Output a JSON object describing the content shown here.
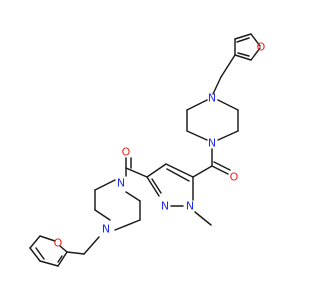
{
  "atoms": {
    "furan_o_top": {
      "symbol": "O",
      "color": "#e8241e"
    },
    "pip_n_top_upper": {
      "symbol": "N",
      "color": "#1e2ee8"
    },
    "pip_n_top_lower": {
      "symbol": "N",
      "color": "#1e2ee8"
    },
    "carbonyl_o_right": {
      "symbol": "O",
      "color": "#e8241e"
    },
    "carbonyl_o_left": {
      "symbol": "O",
      "color": "#e8241e"
    },
    "pip_n_bottom_upper": {
      "symbol": "N",
      "color": "#1e2ee8"
    },
    "pip_n_bottom_lower": {
      "symbol": "N",
      "color": "#1e2ee8"
    },
    "pyrazole_n_left": {
      "symbol": "N",
      "color": "#1e2ee8"
    },
    "pyrazole_n_right": {
      "symbol": "N",
      "color": "#1e2ee8"
    },
    "furan_o_bottom": {
      "symbol": "O",
      "color": "#e8241e"
    }
  },
  "bond_color": "#1a1a1a"
}
